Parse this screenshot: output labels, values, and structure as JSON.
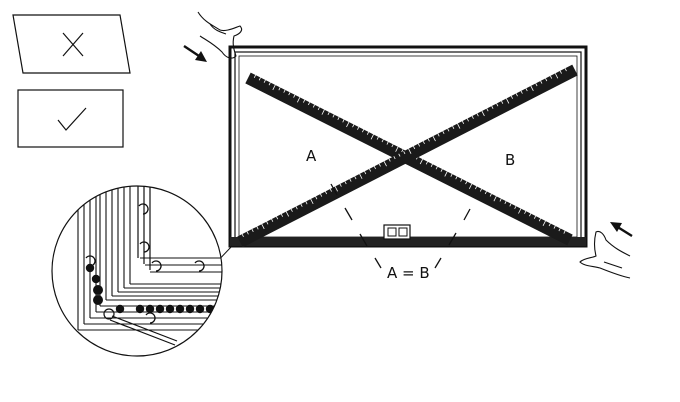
{
  "labels": {
    "left_diagonal": "A",
    "right_diagonal": "B",
    "equation": "A = B"
  },
  "icons": {
    "wrong_example": "cross-mark-icon",
    "right_example": "check-mark-icon",
    "hand_top": "hand-push-icon",
    "hand_bottom": "hand-push-icon",
    "arrow_top": "arrow-down-right-icon",
    "arrow_bottom": "arrow-up-left-icon",
    "detail_magnifier": "corner-detail-icon"
  },
  "colors": {
    "ink": "#111111",
    "paper": "#ffffff"
  }
}
